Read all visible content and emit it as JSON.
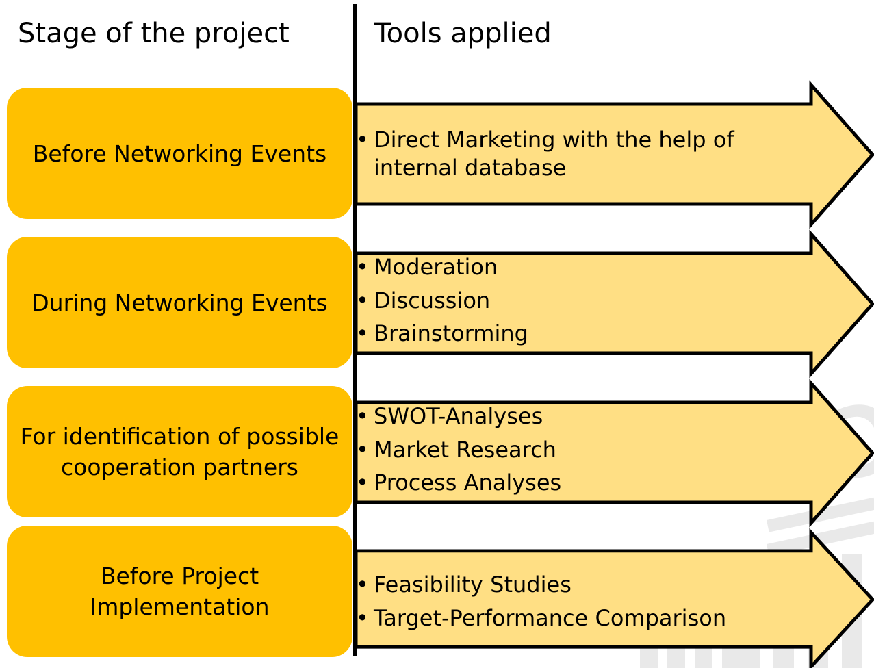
{
  "headers": {
    "stage": "Stage of the project",
    "tools": "Tools applied"
  },
  "colors": {
    "stage_box": "#FFC000",
    "arrow_fill": "#FFDF84",
    "arrow_stroke": "#000000",
    "divider": "#000000"
  },
  "stages": [
    {
      "label": "Before Networking Events",
      "tools": [
        "Direct Marketing with the help of internal database"
      ]
    },
    {
      "label": "During Networking Events",
      "tools": [
        "Moderation",
        "Discussion",
        "Brainstorming"
      ]
    },
    {
      "label": "For identification of possible cooperation partners",
      "tools": [
        "SWOT-Analyses",
        "Market Research",
        "Process Analyses"
      ]
    },
    {
      "label": "Before Project Implementation",
      "tools": [
        "Feasibility Studies",
        "Target-Performance Comparison"
      ]
    }
  ],
  "bullet_char": "•",
  "watermark": {
    "text": "HORCH"
  }
}
